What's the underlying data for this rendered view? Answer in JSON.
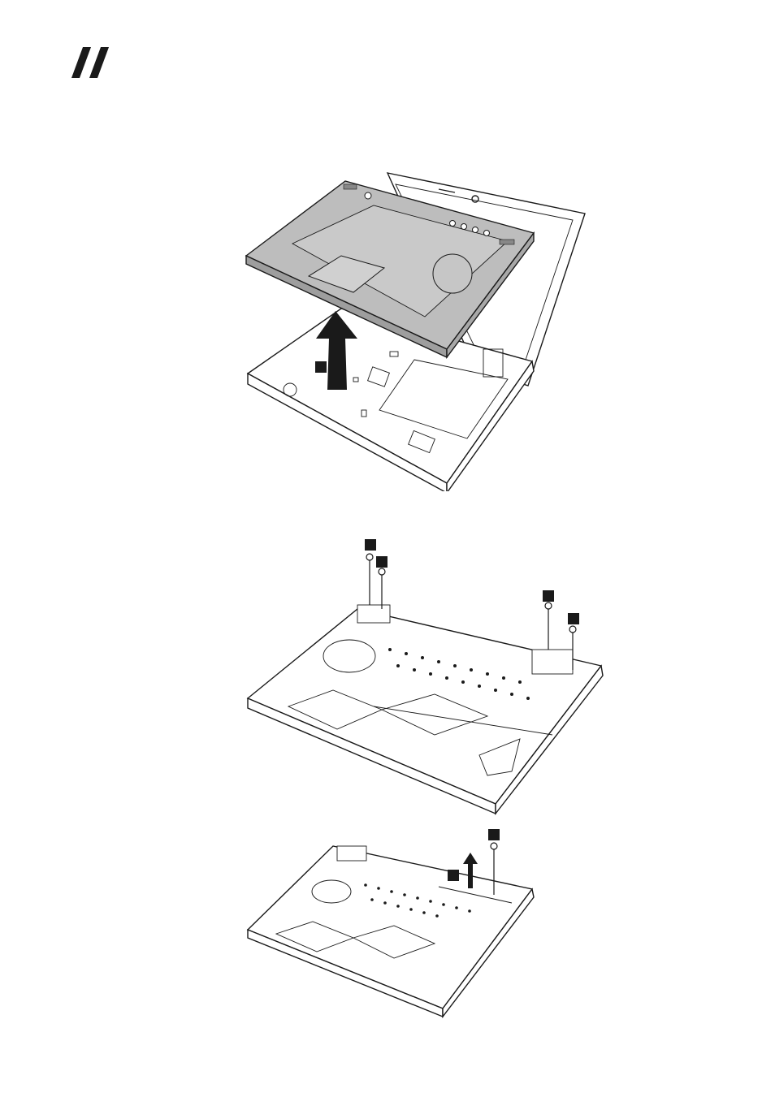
{
  "header": {
    "logo_icon": "double-slash-icon"
  },
  "figures": [
    {
      "name": "palm-rest-removal",
      "arrow_icon": "up-arrow-icon"
    },
    {
      "name": "palm-rest-screws-hinge"
    },
    {
      "name": "palm-rest-screw-connector",
      "arrow_icon": "up-arrow-icon"
    }
  ],
  "colors": {
    "line": "#1a1a1a",
    "palm_rest_fill": "#bdbdbd",
    "callout": "#1a1a1a"
  }
}
